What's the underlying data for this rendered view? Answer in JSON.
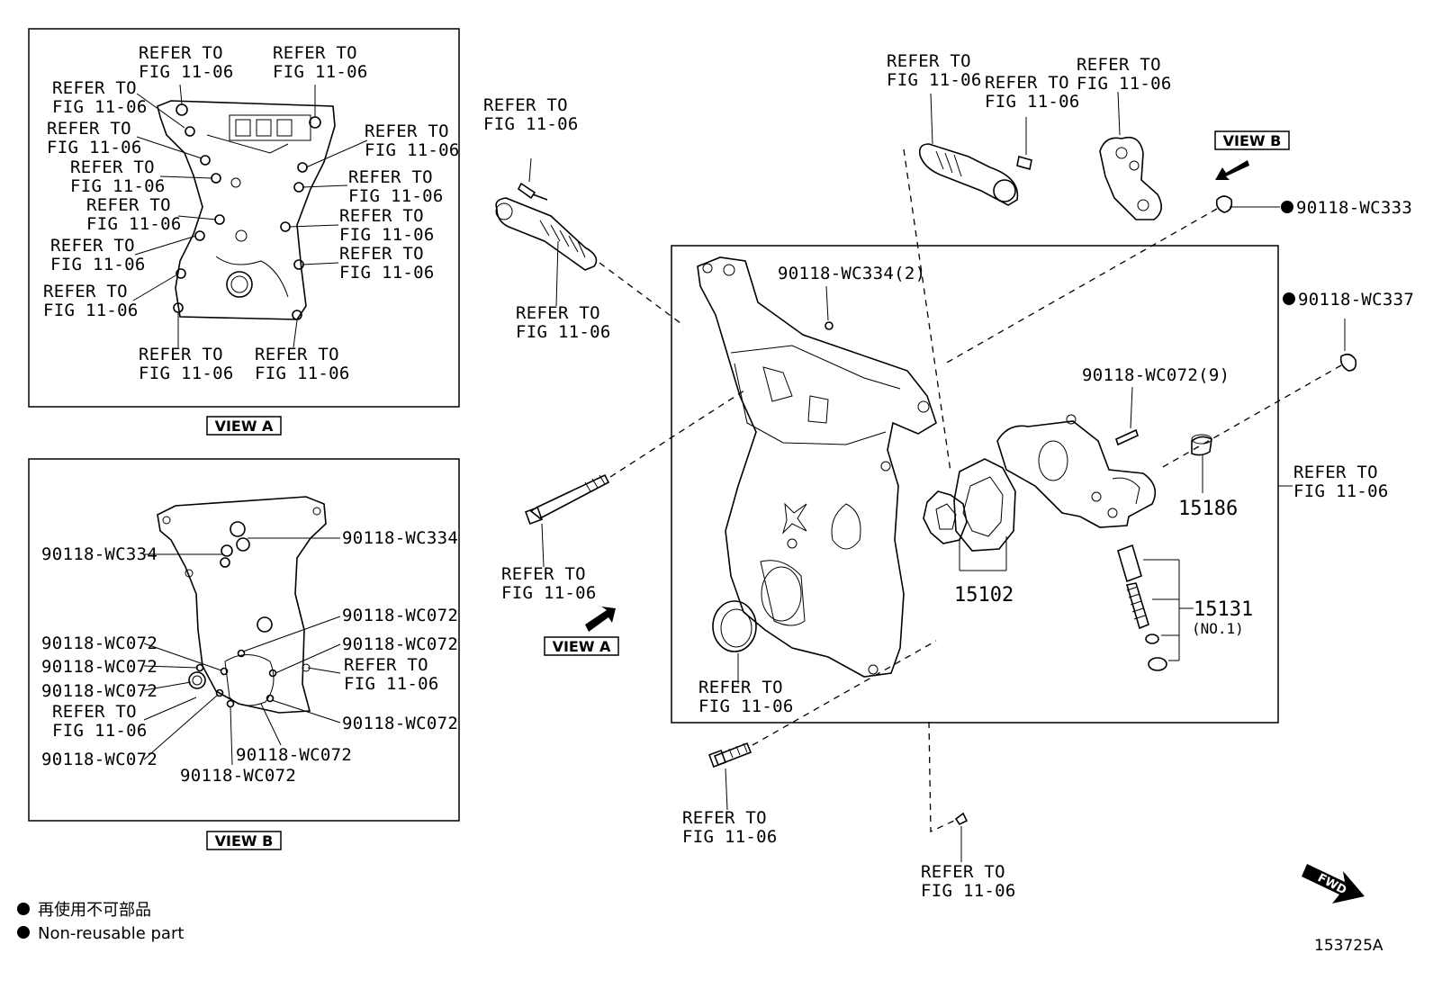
{
  "labels": {
    "refer": "REFER TO",
    "fig": "FIG 11-06",
    "view_a": "VIEW A",
    "view_b": "VIEW B",
    "wc334": "90118-WC334",
    "wc334_qty": "90118-WC334(2)",
    "wc072": "90118-WC072",
    "wc072_qty": "90118-WC072(9)",
    "wc333": "90118-WC333",
    "wc337": "90118-WC337",
    "p15186": "15186",
    "p15102": "15102",
    "p15131": "15131",
    "p15131_sub": "(NO.1)",
    "fwd": "FWD"
  },
  "legend": {
    "jp": "再使用不可部品",
    "en": "Non-reusable part"
  },
  "diagram_code": "153725A"
}
